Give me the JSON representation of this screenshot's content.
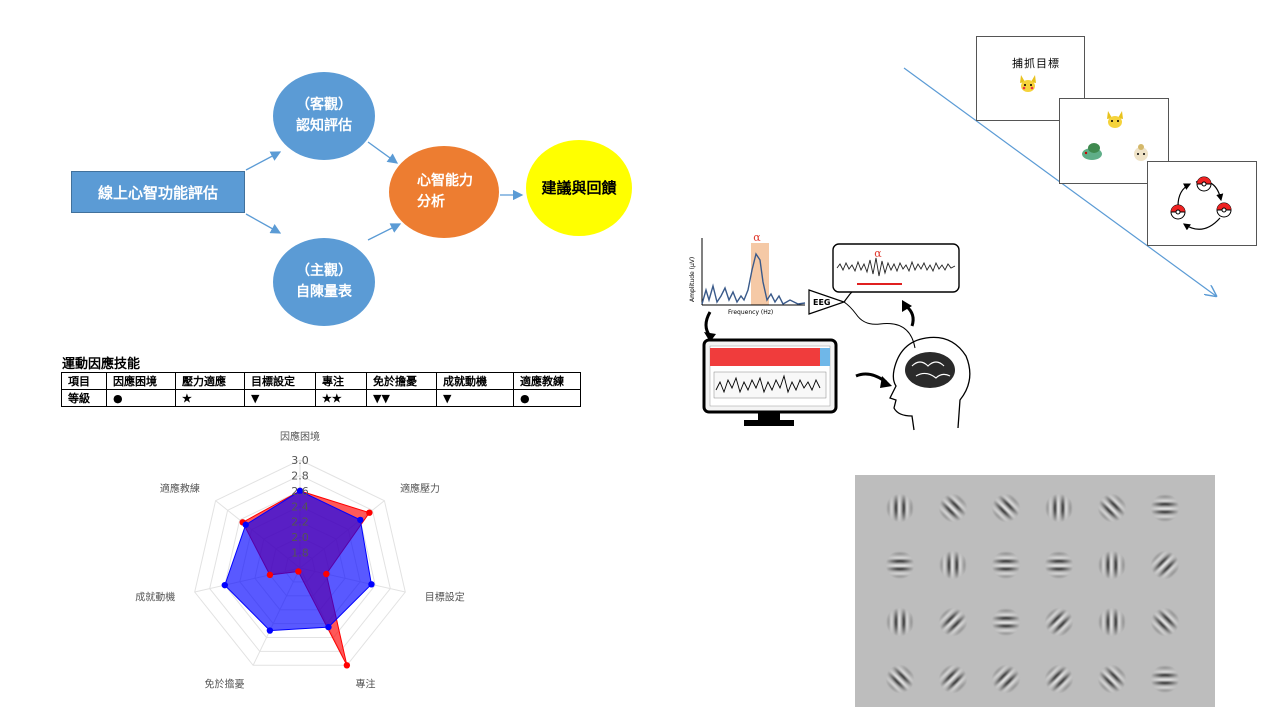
{
  "flow": {
    "start": "線上心智功能評估",
    "objective_line1": "（客觀）",
    "objective_line2": "認知評估",
    "subjective_line1": "（主觀）",
    "subjective_line2": "自陳量表",
    "analysis_line1": "心智能力",
    "analysis_line2": "分析",
    "feedback": "建議與回饋",
    "colors": {
      "blue": "#5b9bd5",
      "orange": "#ed7d31",
      "yellow": "#ffff00"
    }
  },
  "motor_table": {
    "title": "運動因應技能",
    "header": [
      "項目",
      "因應困境",
      "壓力適應",
      "目標設定",
      "專注",
      "免於擔憂",
      "成就動機",
      "適應教練"
    ],
    "row_label": "等級",
    "levels": [
      "●",
      "★",
      "▼",
      "★★",
      "▼▼",
      "▼",
      "●"
    ]
  },
  "chart_data": {
    "type": "radar",
    "axes": [
      "因應困境",
      "適應壓力",
      "目標設定",
      "專注",
      "免於擔憂",
      "成就動機",
      "適應教練"
    ],
    "ticks": [
      "1.8",
      "2.0",
      "2.2",
      "2.4",
      "2.6",
      "2.8",
      "3.0"
    ],
    "range": [
      1.6,
      3.0
    ],
    "series": [
      {
        "color": "#ff0000",
        "values": [
          2.6,
          2.75,
          1.95,
          3.0,
          1.65,
          2.0,
          2.55
        ]
      },
      {
        "color": "#0000ff",
        "values": [
          2.6,
          2.6,
          2.55,
          2.45,
          2.5,
          2.6,
          2.5
        ]
      }
    ]
  },
  "task": {
    "title": "捕抓目標"
  },
  "eeg": {
    "alpha": "α",
    "alpha2": "α",
    "yaxis": "Amplitude (μV)",
    "xaxis": "Frequency (Hz)",
    "amp_label": "EEG"
  }
}
